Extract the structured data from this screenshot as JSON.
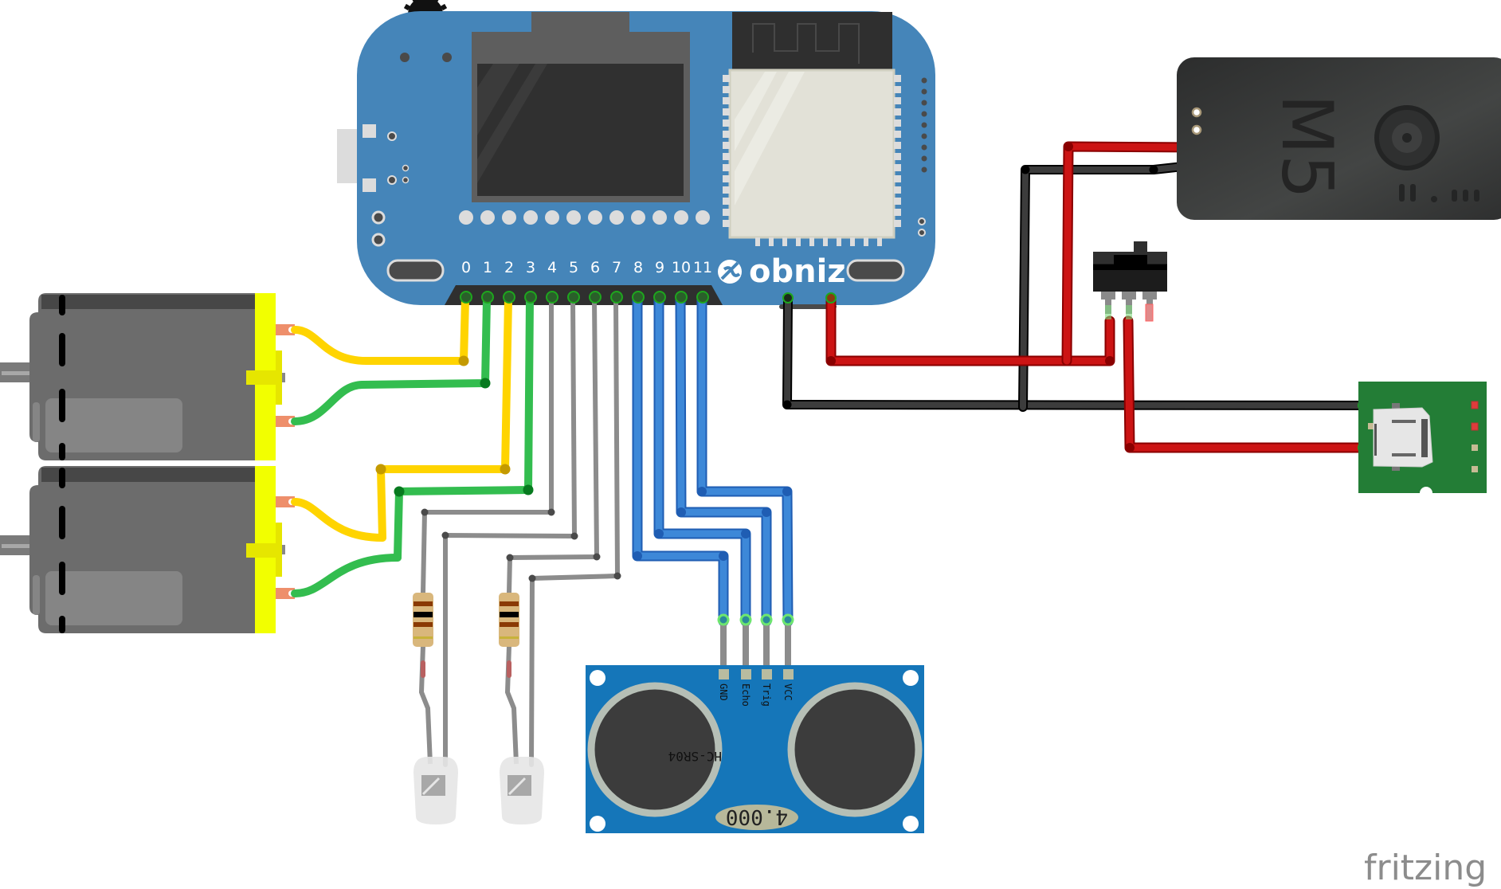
{
  "diagram": {
    "tool_watermark": "fritzing",
    "board": {
      "brand": "obniz",
      "pin_labels": [
        "0",
        "1",
        "2",
        "3",
        "4",
        "5",
        "6",
        "7",
        "8",
        "9",
        "10",
        "11"
      ]
    },
    "ultrasonic_sensor": {
      "model": "HC-SR04",
      "frequency_label": "4.000",
      "pins": [
        "GND",
        "Echo",
        "Trig",
        "VCC"
      ]
    },
    "power_module": {
      "label": "M5"
    },
    "components": [
      {
        "id": "motor-1",
        "type": "DC motor"
      },
      {
        "id": "motor-2",
        "type": "DC motor"
      },
      {
        "id": "resistor-1",
        "type": "resistor"
      },
      {
        "id": "resistor-2",
        "type": "resistor"
      },
      {
        "id": "led-1",
        "type": "LED"
      },
      {
        "id": "led-2",
        "type": "LED"
      },
      {
        "id": "slide-switch",
        "type": "slide switch"
      },
      {
        "id": "usb-breakout",
        "type": "micro USB breakout"
      }
    ],
    "wire_colors": {
      "motor_a": "#ffd400",
      "motor_b": "#33bd4f",
      "led": "#8c8c8c",
      "sensor": "#3d88d8",
      "ground": "#3c3c3c",
      "power": "#cc1414"
    },
    "connections": [
      {
        "from": "obniz.0",
        "to": "motor-1.terminal-a",
        "color": "yellow"
      },
      {
        "from": "obniz.1",
        "to": "motor-1.terminal-b",
        "color": "green"
      },
      {
        "from": "obniz.2",
        "to": "motor-2.terminal-a",
        "color": "yellow"
      },
      {
        "from": "obniz.3",
        "to": "motor-2.terminal-b",
        "color": "green"
      },
      {
        "from": "obniz.4",
        "to": "resistor-1",
        "color": "gray"
      },
      {
        "from": "obniz.5",
        "to": "led-1",
        "color": "gray"
      },
      {
        "from": "obniz.6",
        "to": "resistor-2",
        "color": "gray"
      },
      {
        "from": "obniz.7",
        "to": "led-2",
        "color": "gray"
      },
      {
        "from": "obniz.8",
        "to": "HC-SR04.GND",
        "color": "blue"
      },
      {
        "from": "obniz.9",
        "to": "HC-SR04.Echo",
        "color": "blue"
      },
      {
        "from": "obniz.10",
        "to": "HC-SR04.Trig",
        "color": "blue"
      },
      {
        "from": "obniz.11",
        "to": "HC-SR04.VCC",
        "color": "blue"
      },
      {
        "from": "obniz.GND",
        "to": "usb-breakout.GND",
        "color": "black"
      },
      {
        "from": "obniz.VCC",
        "to": "slide-switch",
        "color": "red"
      },
      {
        "from": "slide-switch",
        "to": "usb-breakout.VCC",
        "color": "red"
      },
      {
        "from": "M5.+",
        "to": "power-rail",
        "color": "red"
      },
      {
        "from": "M5.-",
        "to": "ground-rail",
        "color": "black"
      }
    ]
  }
}
